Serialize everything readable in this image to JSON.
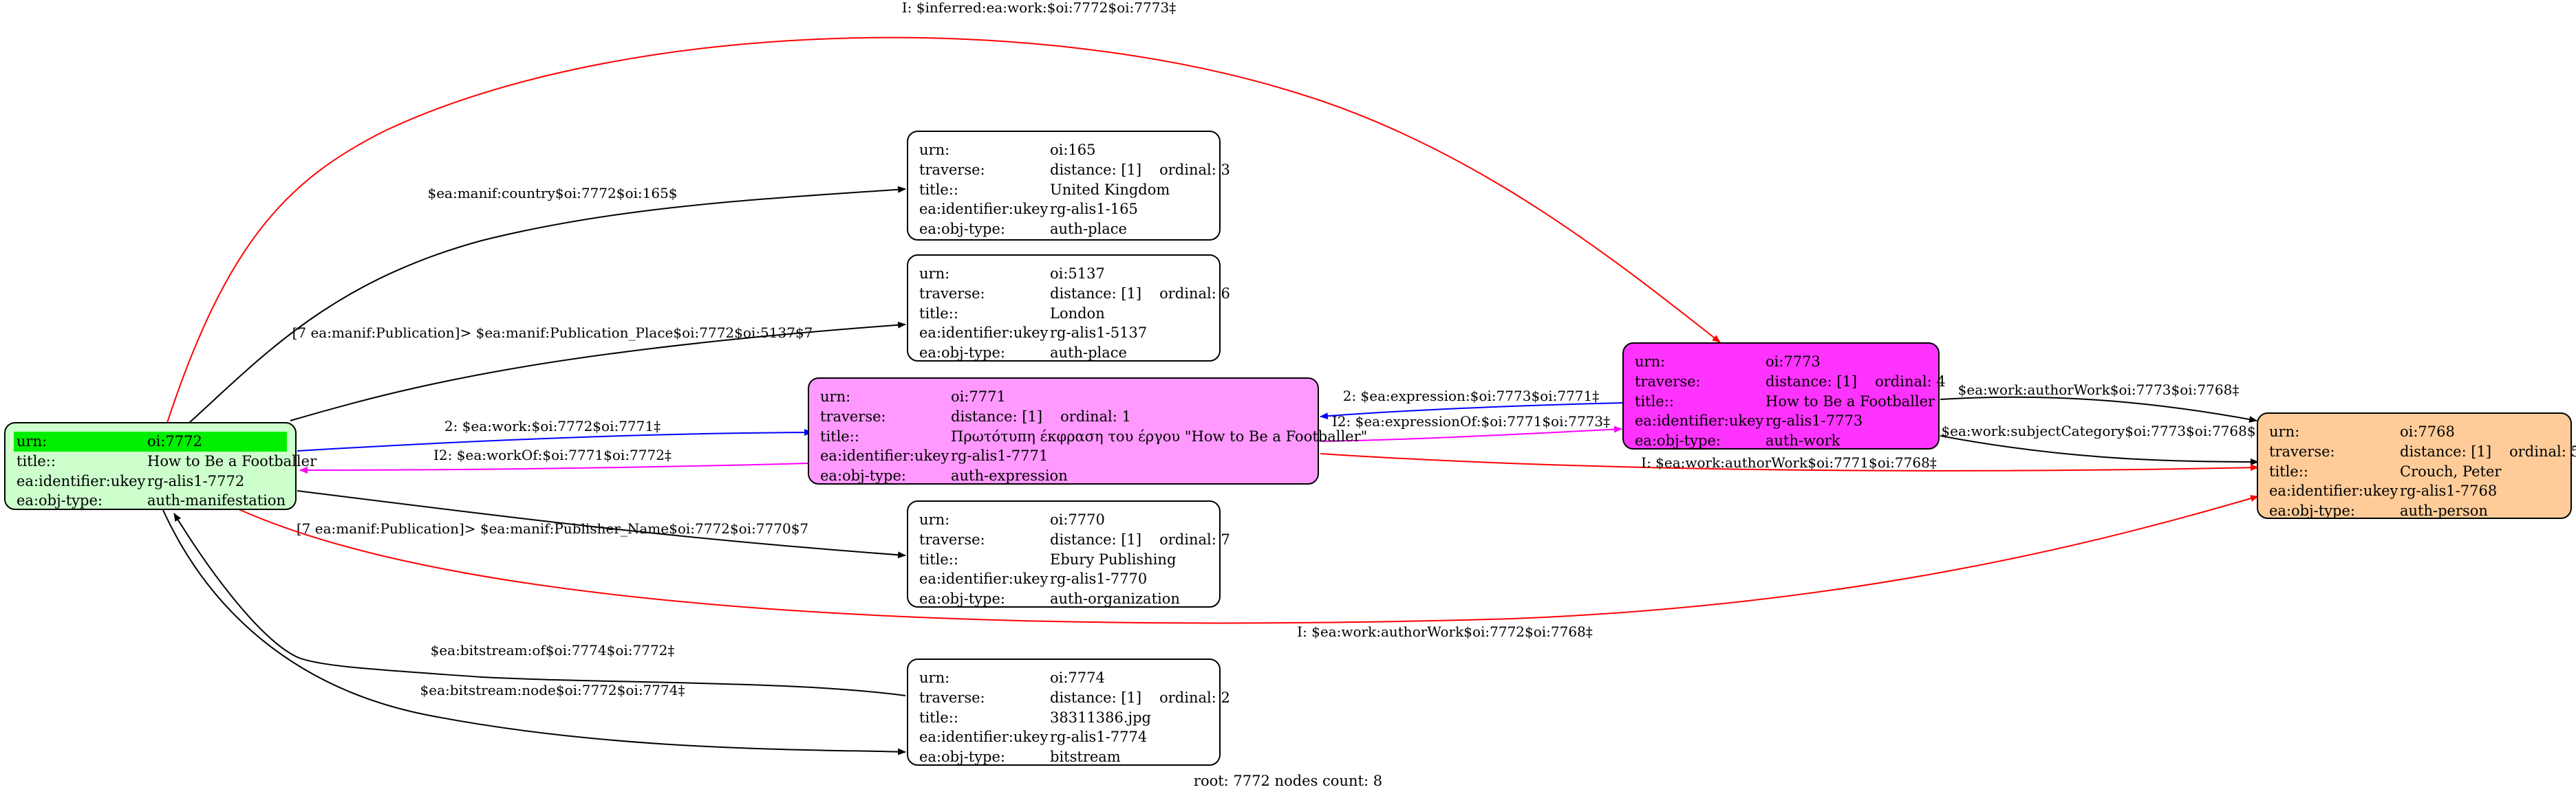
{
  "colors": {
    "root_fill": "#ccffcc",
    "root_highlight": "#00ee00",
    "expression_fill": "#ff99ff",
    "work_fill": "#ff33ff",
    "person_fill": "#ffcc99",
    "plain_fill": "#ffffff",
    "edge_black": "#000000",
    "edge_blue": "#0000ff",
    "edge_magenta": "#ff00ff",
    "edge_red": "#ff0000"
  },
  "nodes": {
    "n7772": {
      "fill": "#ccffcc",
      "rows": [
        {
          "k": "urn:",
          "v": "oi:7772",
          "highlight": true
        },
        {
          "k": "title::",
          "v": "How to Be a Footballer"
        },
        {
          "k": "ea:identifier:ukey",
          "v": "rg-alis1-7772"
        },
        {
          "k": "ea:obj-type:",
          "v": "auth-manifestation"
        }
      ]
    },
    "n165": {
      "fill": "#ffffff",
      "rows": [
        {
          "k": "urn:",
          "v": "oi:165"
        },
        {
          "k": "traverse:",
          "v": "distance: [1]",
          "ord": "ordinal: 3"
        },
        {
          "k": "title::",
          "v": "United Kingdom"
        },
        {
          "k": "ea:identifier:ukey",
          "v": "rg-alis1-165"
        },
        {
          "k": "ea:obj-type:",
          "v": "auth-place"
        }
      ]
    },
    "n5137": {
      "fill": "#ffffff",
      "rows": [
        {
          "k": "urn:",
          "v": "oi:5137"
        },
        {
          "k": "traverse:",
          "v": "distance: [1]",
          "ord": "ordinal: 6"
        },
        {
          "k": "title::",
          "v": "London"
        },
        {
          "k": "ea:identifier:ukey",
          "v": "rg-alis1-5137"
        },
        {
          "k": "ea:obj-type:",
          "v": "auth-place"
        }
      ]
    },
    "n7771": {
      "fill": "#ff99ff",
      "rows": [
        {
          "k": "urn:",
          "v": "oi:7771"
        },
        {
          "k": "traverse:",
          "v": "distance: [1]",
          "ord": "ordinal: 1"
        },
        {
          "k": "title::",
          "v": "Πρωτότυπη έκφραση του έργου \"How to Be a Footballer\""
        },
        {
          "k": "ea:identifier:ukey",
          "v": "rg-alis1-7771"
        },
        {
          "k": "ea:obj-type:",
          "v": "auth-expression"
        }
      ]
    },
    "n7773": {
      "fill": "#ff33ff",
      "rows": [
        {
          "k": "urn:",
          "v": "oi:7773"
        },
        {
          "k": "traverse:",
          "v": "distance: [1]",
          "ord": "ordinal: 4"
        },
        {
          "k": "title::",
          "v": "How to Be a Footballer"
        },
        {
          "k": "ea:identifier:ukey",
          "v": "rg-alis1-7773"
        },
        {
          "k": "ea:obj-type:",
          "v": "auth-work"
        }
      ]
    },
    "n7768": {
      "fill": "#ffcc99",
      "rows": [
        {
          "k": "urn:",
          "v": "oi:7768"
        },
        {
          "k": "traverse:",
          "v": "distance: [1]",
          "ord": "ordinal: 5"
        },
        {
          "k": "title::",
          "v": "Crouch, Peter"
        },
        {
          "k": "ea:identifier:ukey",
          "v": "rg-alis1-7768"
        },
        {
          "k": "ea:obj-type:",
          "v": "auth-person"
        }
      ]
    },
    "n7770": {
      "fill": "#ffffff",
      "rows": [
        {
          "k": "urn:",
          "v": "oi:7770"
        },
        {
          "k": "traverse:",
          "v": "distance: [1]",
          "ord": "ordinal: 7"
        },
        {
          "k": "title::",
          "v": "Ebury Publishing"
        },
        {
          "k": "ea:identifier:ukey",
          "v": "rg-alis1-7770"
        },
        {
          "k": "ea:obj-type:",
          "v": "auth-organization"
        }
      ]
    },
    "n7774": {
      "fill": "#ffffff",
      "rows": [
        {
          "k": "urn:",
          "v": "oi:7774"
        },
        {
          "k": "traverse:",
          "v": "distance: [1]",
          "ord": "ordinal: 2"
        },
        {
          "k": "title::",
          "v": "38311386.jpg"
        },
        {
          "k": "ea:identifier:ukey",
          "v": "rg-alis1-7774"
        },
        {
          "k": "ea:obj-type:",
          "v": "bitstream"
        }
      ]
    }
  },
  "edges": {
    "inferred_work": "I: $inferred:ea:work:$oi:7772$oi:7773‡",
    "manif_country": "$ea:manif:country$oi:7772$oi:165$",
    "publication_place": "[7 ea:manif:Publication]> $ea:manif:Publication_Place$oi:7772$oi:5137$7",
    "manif_work": "2: $ea:work:$oi:7772$oi:7771‡",
    "work_of": "I2: $ea:workOf:$oi:7771$oi:7772‡",
    "publisher_name": "[7 ea:manif:Publication]> $ea:manif:Publisher_Name$oi:7772$oi:7770$7",
    "work_expression": "2: $ea:expression:$oi:7773$oi:7771‡",
    "expression_of": "I2: $ea:expressionOf:$oi:7771$oi:7773‡",
    "author_work_7773": "$ea:work:authorWork$oi:7773$oi:7768‡",
    "subject_category": "$ea:work:subjectCategory$oi:7773$oi:7768$",
    "author_work_7771": "I: $ea:work:authorWork$oi:7771$oi:7768‡",
    "author_work_7772": "I: $ea:work:authorWork$oi:7772$oi:7768‡",
    "bitstream_of": "$ea:bitstream:of$oi:7774$oi:7772‡",
    "bitstream_node": "$ea:bitstream:node$oi:7772$oi:7774‡"
  },
  "footer": "root: 7772 nodes count: 8"
}
